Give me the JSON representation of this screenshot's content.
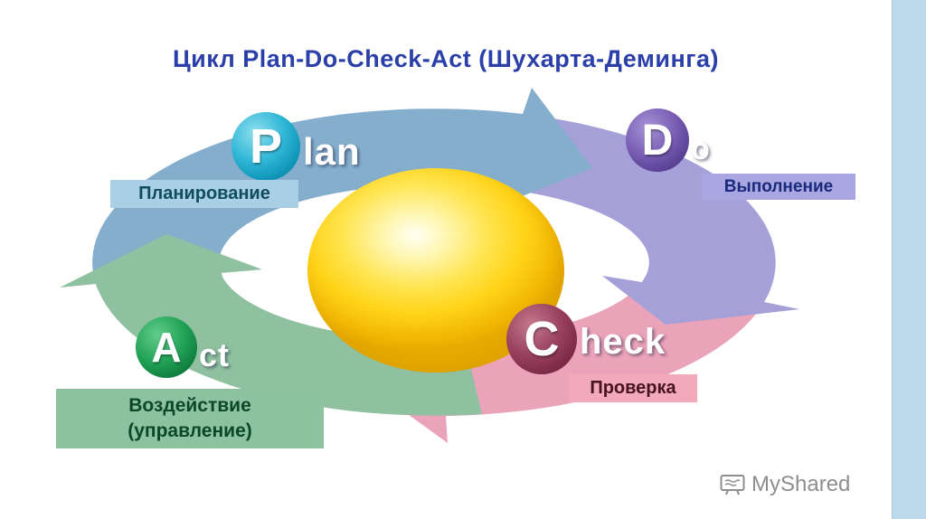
{
  "slide": {
    "title": "Цикл Plan-Do-Check-Act (Шухарта-Деминга)",
    "watermark": "MyShared"
  },
  "stages": {
    "plan": {
      "initial": "P",
      "rest": "lan",
      "label": "Планирование"
    },
    "do": {
      "initial": "D",
      "rest": "o",
      "label": "Выполнение"
    },
    "check": {
      "initial": "C",
      "rest": "heck",
      "label": "Проверка"
    },
    "act": {
      "initial": "A",
      "rest": "ct",
      "label_line1": "Воздействие",
      "label_line2": "(управление)"
    }
  },
  "colors": {
    "title_text": "#2B3FA8",
    "plan_arrow": "#85AECD",
    "do_arrow": "#A5A0D8",
    "check_arrow": "#EAA3B8",
    "act_arrow": "#8FC0A0",
    "plan_badge": "#0E93B6",
    "do_badge": "#6A50A8",
    "check_badge": "#7C2A46",
    "act_badge": "#15924A",
    "plan_label_bg": "#A9CFE4",
    "do_label_bg": "#A9A6E2",
    "check_label_bg": "#F2A9B9",
    "act_label_bg": "#8CC2A0",
    "sphere": "#FFD419",
    "side_strip": "#BFD9EC",
    "watermark_text": "#8E8E8E"
  }
}
